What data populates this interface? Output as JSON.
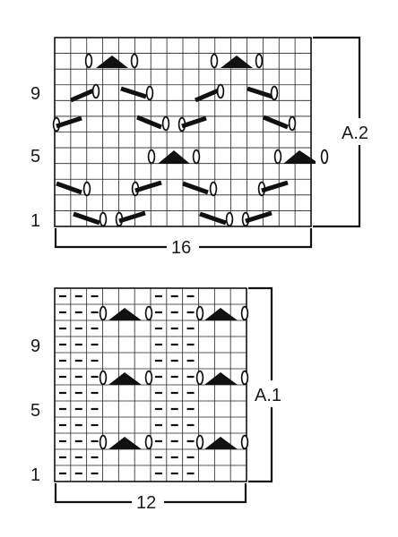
{
  "chart_a2": {
    "label": "A.2",
    "width_label": "16",
    "row_labels": [
      "9",
      "5",
      "1"
    ],
    "columns": 16,
    "rows": 12
  },
  "chart_a1": {
    "label": "A.1",
    "width_label": "12",
    "row_labels": [
      "9",
      "5",
      "1"
    ],
    "columns": 12,
    "rows": 12
  }
}
